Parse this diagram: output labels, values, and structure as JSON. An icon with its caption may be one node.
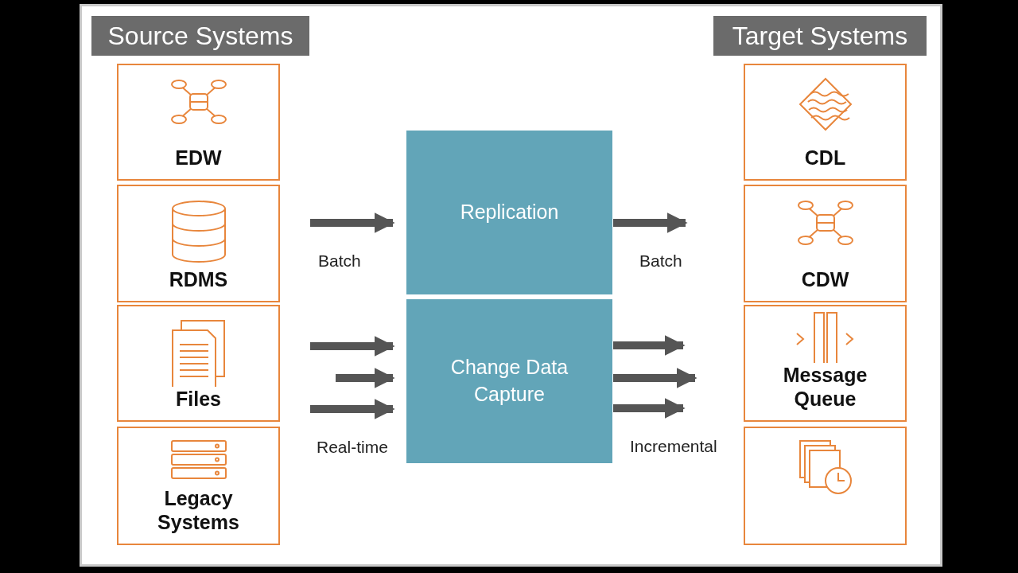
{
  "diagram": {
    "nodes": [
      {
        "text": [
          "Source Systems"
        ]
      },
      {
        "text": [
          "EDW"
        ]
      },
      {
        "text": [
          "RDMS"
        ]
      },
      {
        "text": [
          "Files"
        ]
      },
      {
        "text": [
          "Legacy Systems"
        ]
      },
      {
        "text": [
          "Replication"
        ]
      },
      {
        "text": [
          "Change Data Capture"
        ]
      },
      {
        "text": [
          "Target Systems"
        ]
      },
      {
        "text": [
          "CDL"
        ]
      },
      {
        "text": [
          "CDW"
        ]
      },
      {
        "text": [
          "Message Queue"
        ]
      },
      {
        "text": [],
        "shape": "box"
      }
    ],
    "edges": [
      {
        "from": null,
        "to": 5,
        "arrow": "to",
        "label": "Batch"
      },
      {
        "from": null,
        "to": 6,
        "arrow": "to"
      },
      {
        "from": null,
        "to": 6,
        "arrow": "to"
      },
      {
        "from": null,
        "to": 6,
        "arrow": "to",
        "label": "Real-time"
      },
      {
        "from": 5,
        "to": null,
        "arrow": "to",
        "label": "Batch"
      },
      {
        "from": 6,
        "to": null,
        "arrow": "to"
      },
      {
        "from": 6,
        "to": null,
        "arrow": "to"
      },
      {
        "from": 6,
        "to": null,
        "arrow": "to",
        "label": "Incremental"
      }
    ]
  }
}
